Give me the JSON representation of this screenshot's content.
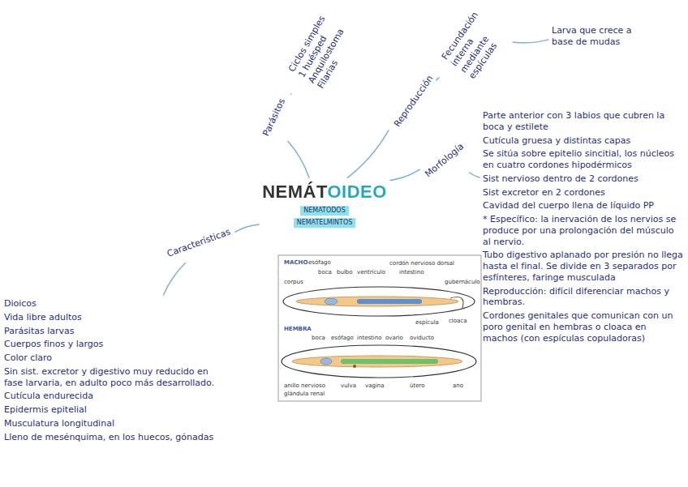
{
  "diagram": {
    "title": "NEMÁTOIDEO",
    "nodes": [
      {
        "text": [
          "NEMÁTOIDEO",
          "NEMATODOS",
          "NEMATELMINTOS"
        ]
      },
      {
        "text": [
          "Parásitos"
        ]
      },
      {
        "text": [
          "Ciclos simples 1 huésped Anquilostoma Filarias"
        ]
      },
      {
        "text": [
          "Reproducción"
        ]
      },
      {
        "text": [
          "Fecundación interna mediante espículas"
        ]
      },
      {
        "text": [
          "Larva que crece a base de mudas"
        ]
      },
      {
        "text": [
          "Morfología"
        ]
      },
      {
        "text": [
          "Parte anterior con 3 labios que cubren la boca y estilete",
          "Cutícula gruesa y distintas capas",
          "Se sitúa sobre epitelio sincitial, los núcleos en cuatro cordones hipodérmicos",
          "Sist nervioso dentro de 2 cordones",
          "Sist excretor en 2 cordones",
          "Cavidad del cuerpo llena de líquido PP",
          "* Específico: la inervación de los nervios se produce por una prolongación del músculo al nervio.",
          "Tubo digestivo aplanado por presión no llega hasta el final. Se divide en 3 separados por esfínteres, faringe musculada",
          "Reproducción: difícil diferenciar machos y hembras.",
          "Cordones genitales que comunican con un poro genital en hembras o cloaca en machos (con espículas copuladoras)"
        ]
      },
      {
        "text": [
          "Características"
        ]
      },
      {
        "text": [
          "Dioicos",
          "Vida libre adultos",
          "Parásitas larvas",
          "Cuerpos finos y largos",
          "Color claro",
          "Sin sist. excretor y digestivo muy reducido en fase larvaria, en adulto poco más desarrollado.",
          "Cutícula endurecida",
          "Epidermis epitelial",
          "Musculatura longitudinal",
          "Lleno de mesénquima, en los huecos, gónadas"
        ]
      }
    ],
    "edges": [
      {
        "from": 0,
        "to": 1,
        "arrow": "none"
      },
      {
        "from": 1,
        "to": 2,
        "arrow": "none"
      },
      {
        "from": 0,
        "to": 3,
        "arrow": "none"
      },
      {
        "from": 3,
        "to": 4,
        "arrow": "none"
      },
      {
        "from": 4,
        "to": 5,
        "arrow": "none"
      },
      {
        "from": 0,
        "to": 6,
        "arrow": "none"
      },
      {
        "from": 6,
        "to": 7,
        "arrow": "none"
      },
      {
        "from": 0,
        "to": 8,
        "arrow": "none"
      },
      {
        "from": 8,
        "to": 9,
        "arrow": "none"
      }
    ],
    "labels": [
      "MACHO",
      "esófago",
      "boca",
      "bulbo",
      "ventrículo",
      "cordón nervioso dorsal",
      "corpus",
      "intestino",
      "gubernáculo",
      "espícula",
      "cloaca",
      "HEMBRA",
      "boca",
      "esófago",
      "intestino",
      "ovario",
      "oviducto",
      "anillo nervioso",
      "vulva",
      "vagina",
      "útero",
      "ano",
      "glándula renal"
    ]
  }
}
